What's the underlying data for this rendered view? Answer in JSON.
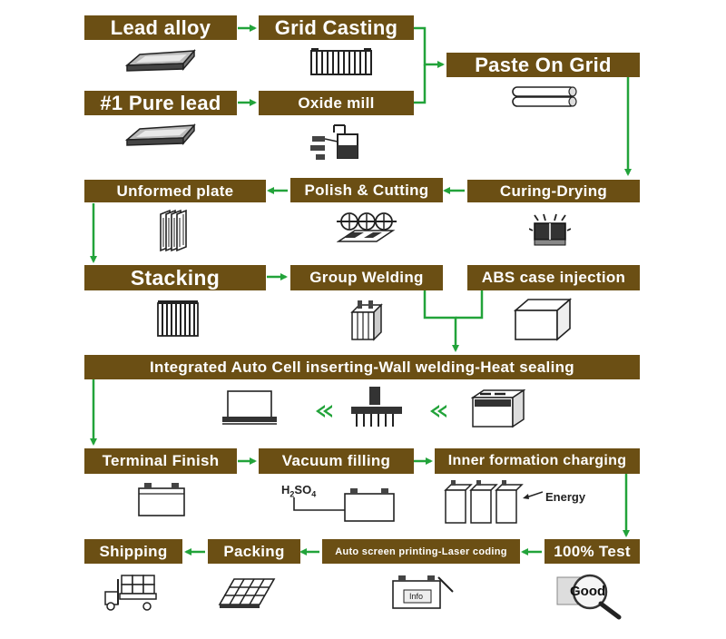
{
  "colors": {
    "box": "#6b4f14",
    "arrow": "#22a33a",
    "text": "#ffffff"
  },
  "steps": {
    "lead_alloy": "Lead alloy",
    "grid_casting": "Grid Casting",
    "paste_on_grid": "Paste On Grid",
    "pure_lead": "#1 Pure lead",
    "oxide_mill": "Oxide mill",
    "unformed_plate": "Unformed plate",
    "polish_cutting": "Polish & Cutting",
    "curing_drying": "Curing-Drying",
    "stacking": "Stacking",
    "group_welding": "Group Welding",
    "abs_case": "ABS case injection",
    "integrated": "Integrated Auto Cell inserting-Wall welding-Heat sealing",
    "terminal_finish": "Terminal Finish",
    "vacuum_filling": "Vacuum filling",
    "inner_formation": "Inner formation charging",
    "test": "100% Test",
    "shipping": "Shipping",
    "packing": "Packing",
    "auto_screen": "Auto screen printing-Laser coding"
  },
  "labels": {
    "h2so4_main": "H2SO4",
    "energy": "Energy",
    "info": "Info",
    "good": "Good"
  },
  "icons": [
    "lead-ingot-icon",
    "grid-icon",
    "rolled-plates-icon",
    "oxide-mill-icon",
    "curing-oven-icon",
    "cutting-rollers-icon",
    "unformed-plate-icon",
    "stacked-plates-icon",
    "welded-group-icon",
    "abs-case-icon",
    "sealed-battery-icon",
    "welding-head-icon",
    "battery-case-icon",
    "battery-icon",
    "battery-cells-icon",
    "laser-printer-icon",
    "good-magnifier-icon",
    "packing-pallet-icon",
    "forklift-icon"
  ]
}
